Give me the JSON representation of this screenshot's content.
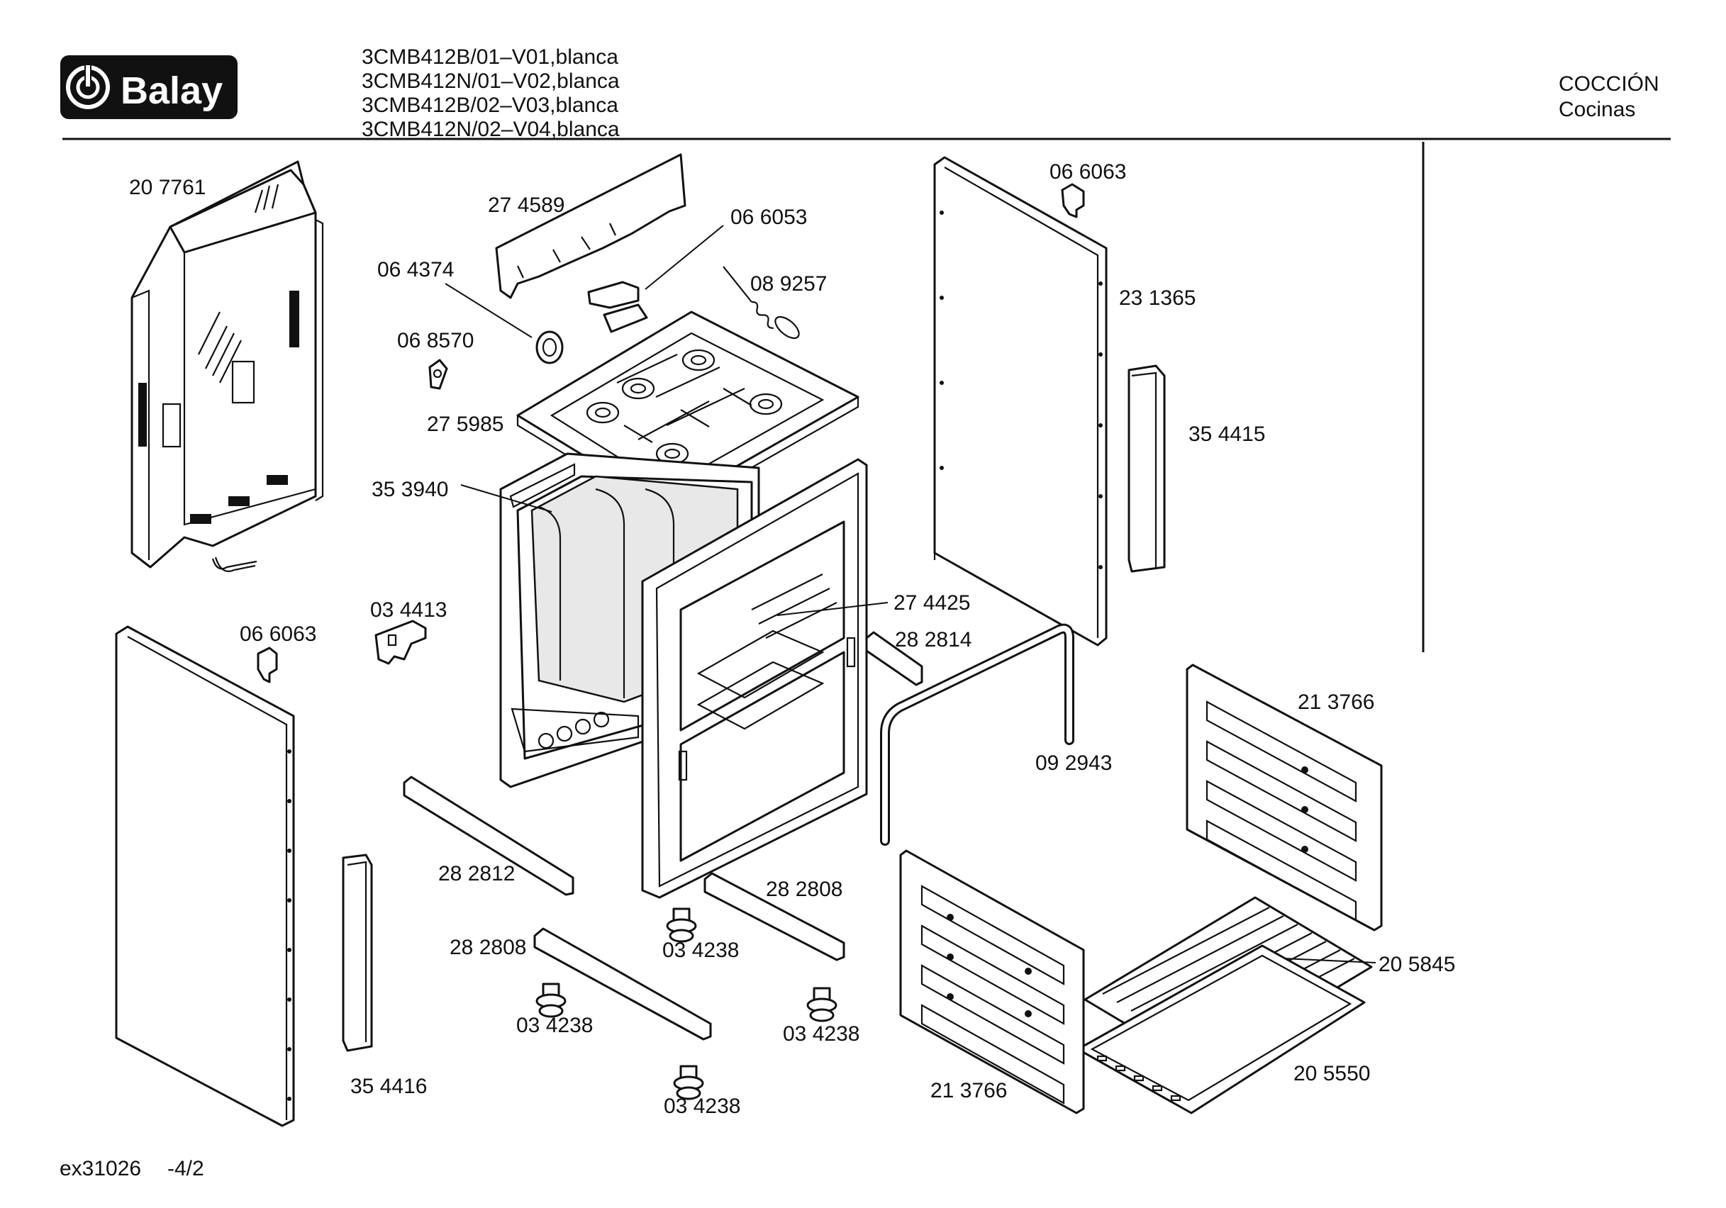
{
  "header": {
    "brand": "Balay",
    "models": [
      "3CMB412B/01–V01,blanca",
      "3CMB412N/01–V02,blanca",
      "3CMB412B/02–V03,blanca",
      "3CMB412N/02–V04,blanca"
    ],
    "category": "COCCIÓN",
    "subcategory": "Cocinas"
  },
  "parts": [
    {
      "id": "p1",
      "label": "20 7761",
      "name": "back-panel"
    },
    {
      "id": "p2",
      "label": "27 4589",
      "name": "rear-bracket"
    },
    {
      "id": "p3",
      "label": "06 6053",
      "name": "hinge-clip"
    },
    {
      "id": "p4",
      "label": "08 9257",
      "name": "spring"
    },
    {
      "id": "p5",
      "label": "06 4374",
      "name": "grommet"
    },
    {
      "id": "p6",
      "label": "06 8570",
      "name": "clip"
    },
    {
      "id": "p7",
      "label": "27 5985",
      "name": "hob-tray"
    },
    {
      "id": "p8",
      "label": "35 3940",
      "name": "oven-insulation"
    },
    {
      "id": "p9",
      "label": "06 6063",
      "name": "side-clip-top"
    },
    {
      "id": "p10",
      "label": "23 1365",
      "name": "right-side-panel"
    },
    {
      "id": "p11",
      "label": "35 4415",
      "name": "right-trim"
    },
    {
      "id": "p12",
      "label": "27 4425",
      "name": "oven-muffle"
    },
    {
      "id": "p13",
      "label": "28 2814",
      "name": "rail-right"
    },
    {
      "id": "p14",
      "label": "09 2943",
      "name": "door-seal"
    },
    {
      "id": "p15",
      "label": "03 4413",
      "name": "connector"
    },
    {
      "id": "p16",
      "label": "06 6063",
      "name": "side-clip-left"
    },
    {
      "id": "p17",
      "label": "21 3766",
      "name": "shelf-support-right"
    },
    {
      "id": "p18",
      "label": "28 2812",
      "name": "rail-left"
    },
    {
      "id": "p19",
      "label": "28 2808",
      "name": "base-rail-back"
    },
    {
      "id": "p20",
      "label": "28 2808",
      "name": "base-rail-front"
    },
    {
      "id": "p21",
      "label": "03 4238",
      "name": "foot-1"
    },
    {
      "id": "p22",
      "label": "03 4238",
      "name": "foot-2"
    },
    {
      "id": "p23",
      "label": "03 4238",
      "name": "foot-3"
    },
    {
      "id": "p24",
      "label": "03 4238",
      "name": "foot-4"
    },
    {
      "id": "p25",
      "label": "20 5845",
      "name": "oven-rack"
    },
    {
      "id": "p26",
      "label": "20 5550",
      "name": "baking-tray"
    },
    {
      "id": "p27",
      "label": "21 3766",
      "name": "shelf-support-left"
    },
    {
      "id": "p28",
      "label": "35 4416",
      "name": "left-trim"
    }
  ],
  "footer": {
    "code": "ex31026",
    "page": "-4/2"
  }
}
